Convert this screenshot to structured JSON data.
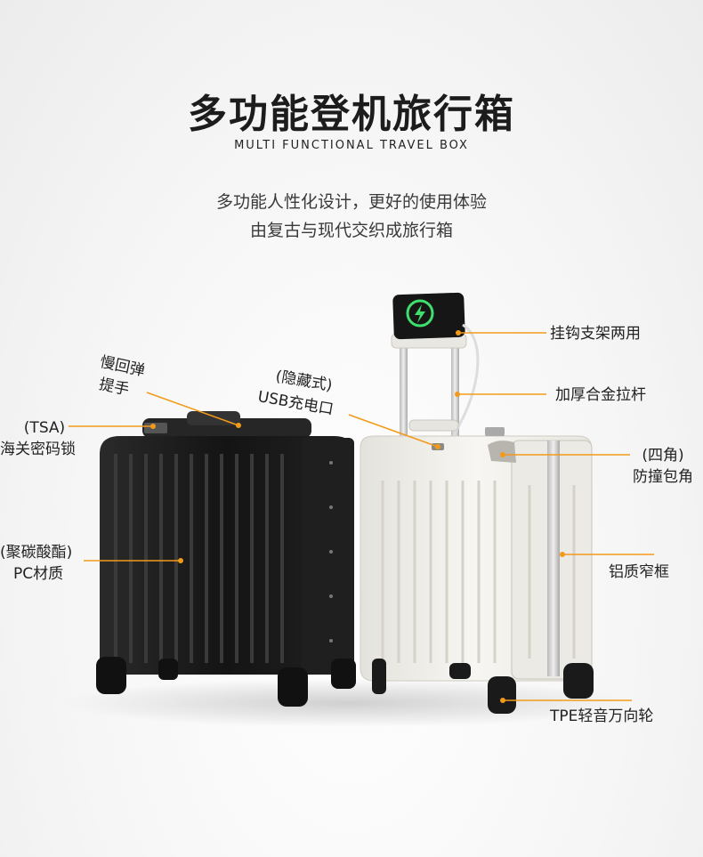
{
  "header": {
    "title": "多功能登机旅行箱",
    "subtitle": "MULTI FUNCTIONAL TRAVEL BOX",
    "desc_line1": "多功能人性化设计，更好的使用体验",
    "desc_line2": "由复古与现代交织成旅行箱"
  },
  "callouts": {
    "hook_stand": "挂钩支架两用",
    "handle_bar": "加厚合金拉杆",
    "corner_line1": "(四角)",
    "corner_line2": "防撞包角",
    "frame": "铝质窄框",
    "wheels": "TPE轻音万向轮",
    "rebound_line1": "慢回弹",
    "rebound_line2": "提手",
    "usb_line1": "(隐藏式)",
    "usb_line2": "USB充电口",
    "tsa_line1": "(TSA)",
    "tsa_line2": "海关密码锁",
    "pc_line1": "(聚碳酸酯)",
    "pc_line2": "PC材质"
  },
  "colors": {
    "accent_orange": "#f39a1b",
    "black_case": "#1b1b1b",
    "white_case": "#f1efe9"
  },
  "icons": {
    "phone_charging": "lightning-bolt-icon"
  }
}
